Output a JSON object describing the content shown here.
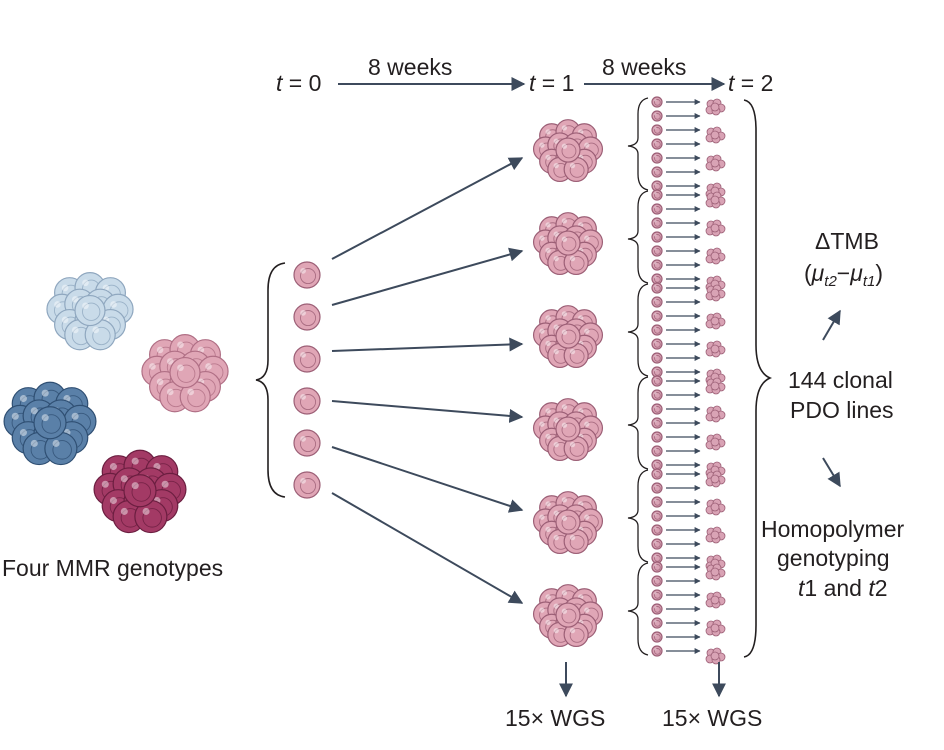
{
  "timeline": {
    "t0_var": "t",
    "t0_rest": " = 0",
    "t1_var": "t",
    "t1_rest": " = 1",
    "t2_var": "t",
    "t2_rest": " = 2",
    "interval1": "8 weeks",
    "interval2": "8 weeks"
  },
  "genotypes": {
    "label": "Four MMR genotypes",
    "clusters": [
      {
        "name": "light-blue",
        "fill": "#c9dbe9",
        "dark": "#8fa7bf"
      },
      {
        "name": "pink",
        "fill": "#e0a6b6",
        "dark": "#b06f85"
      },
      {
        "name": "blue",
        "fill": "#5a80a8",
        "dark": "#2f4f73"
      },
      {
        "name": "maroon",
        "fill": "#a33a65",
        "dark": "#6b1e40"
      }
    ]
  },
  "single_cell_count": 6,
  "organoid_count": 6,
  "subclone_rows_per_organoid": 7,
  "wgs": {
    "left": "15× WGS",
    "right": "15× WGS"
  },
  "right_panel": {
    "dtmb_top": "ΔTMB",
    "mu_open": "(",
    "mu1": "μ",
    "mu1_sub": "t2",
    "mu_dash": "−",
    "mu2": "μ",
    "mu2_sub": "t1",
    "mu_close": ")",
    "clonal_line1": "144 clonal",
    "clonal_line2": "PDO lines",
    "homo_line1": "Homopolymer",
    "homo_line2": "genotyping",
    "homo_line3_a": "t",
    "homo_line3_b": "1 and ",
    "homo_line3_c": "t",
    "homo_line3_d": "2"
  },
  "colors": {
    "arrow": "#3d4a5c",
    "cell_pink": "#e0a6b6",
    "cell_pink_dark": "#9c5f76",
    "subclone_pink": "#d9a3b5"
  }
}
